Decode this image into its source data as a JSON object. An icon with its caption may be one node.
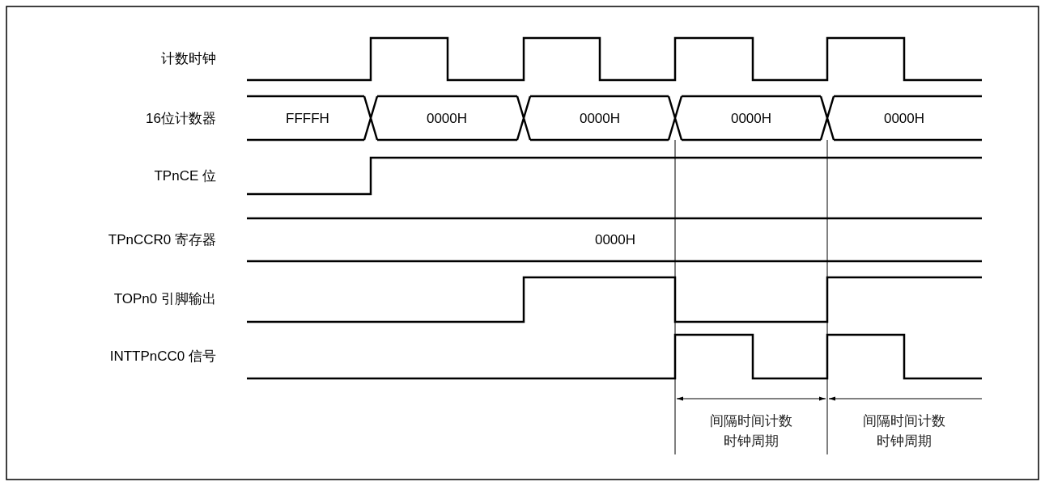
{
  "diagram": {
    "labels": [
      "计数时钟",
      "16位计数器",
      "FFFFH",
      "0000H",
      "0000H",
      "0000H",
      "0000H",
      "TPnCE 位",
      "TPnCCR0 寄存器",
      "0000H",
      "TOPn0 引脚输出",
      "INTTPnCC0 信号",
      "间隔时间计数时钟周期",
      "间隔时间计数时钟周期"
    ]
  }
}
